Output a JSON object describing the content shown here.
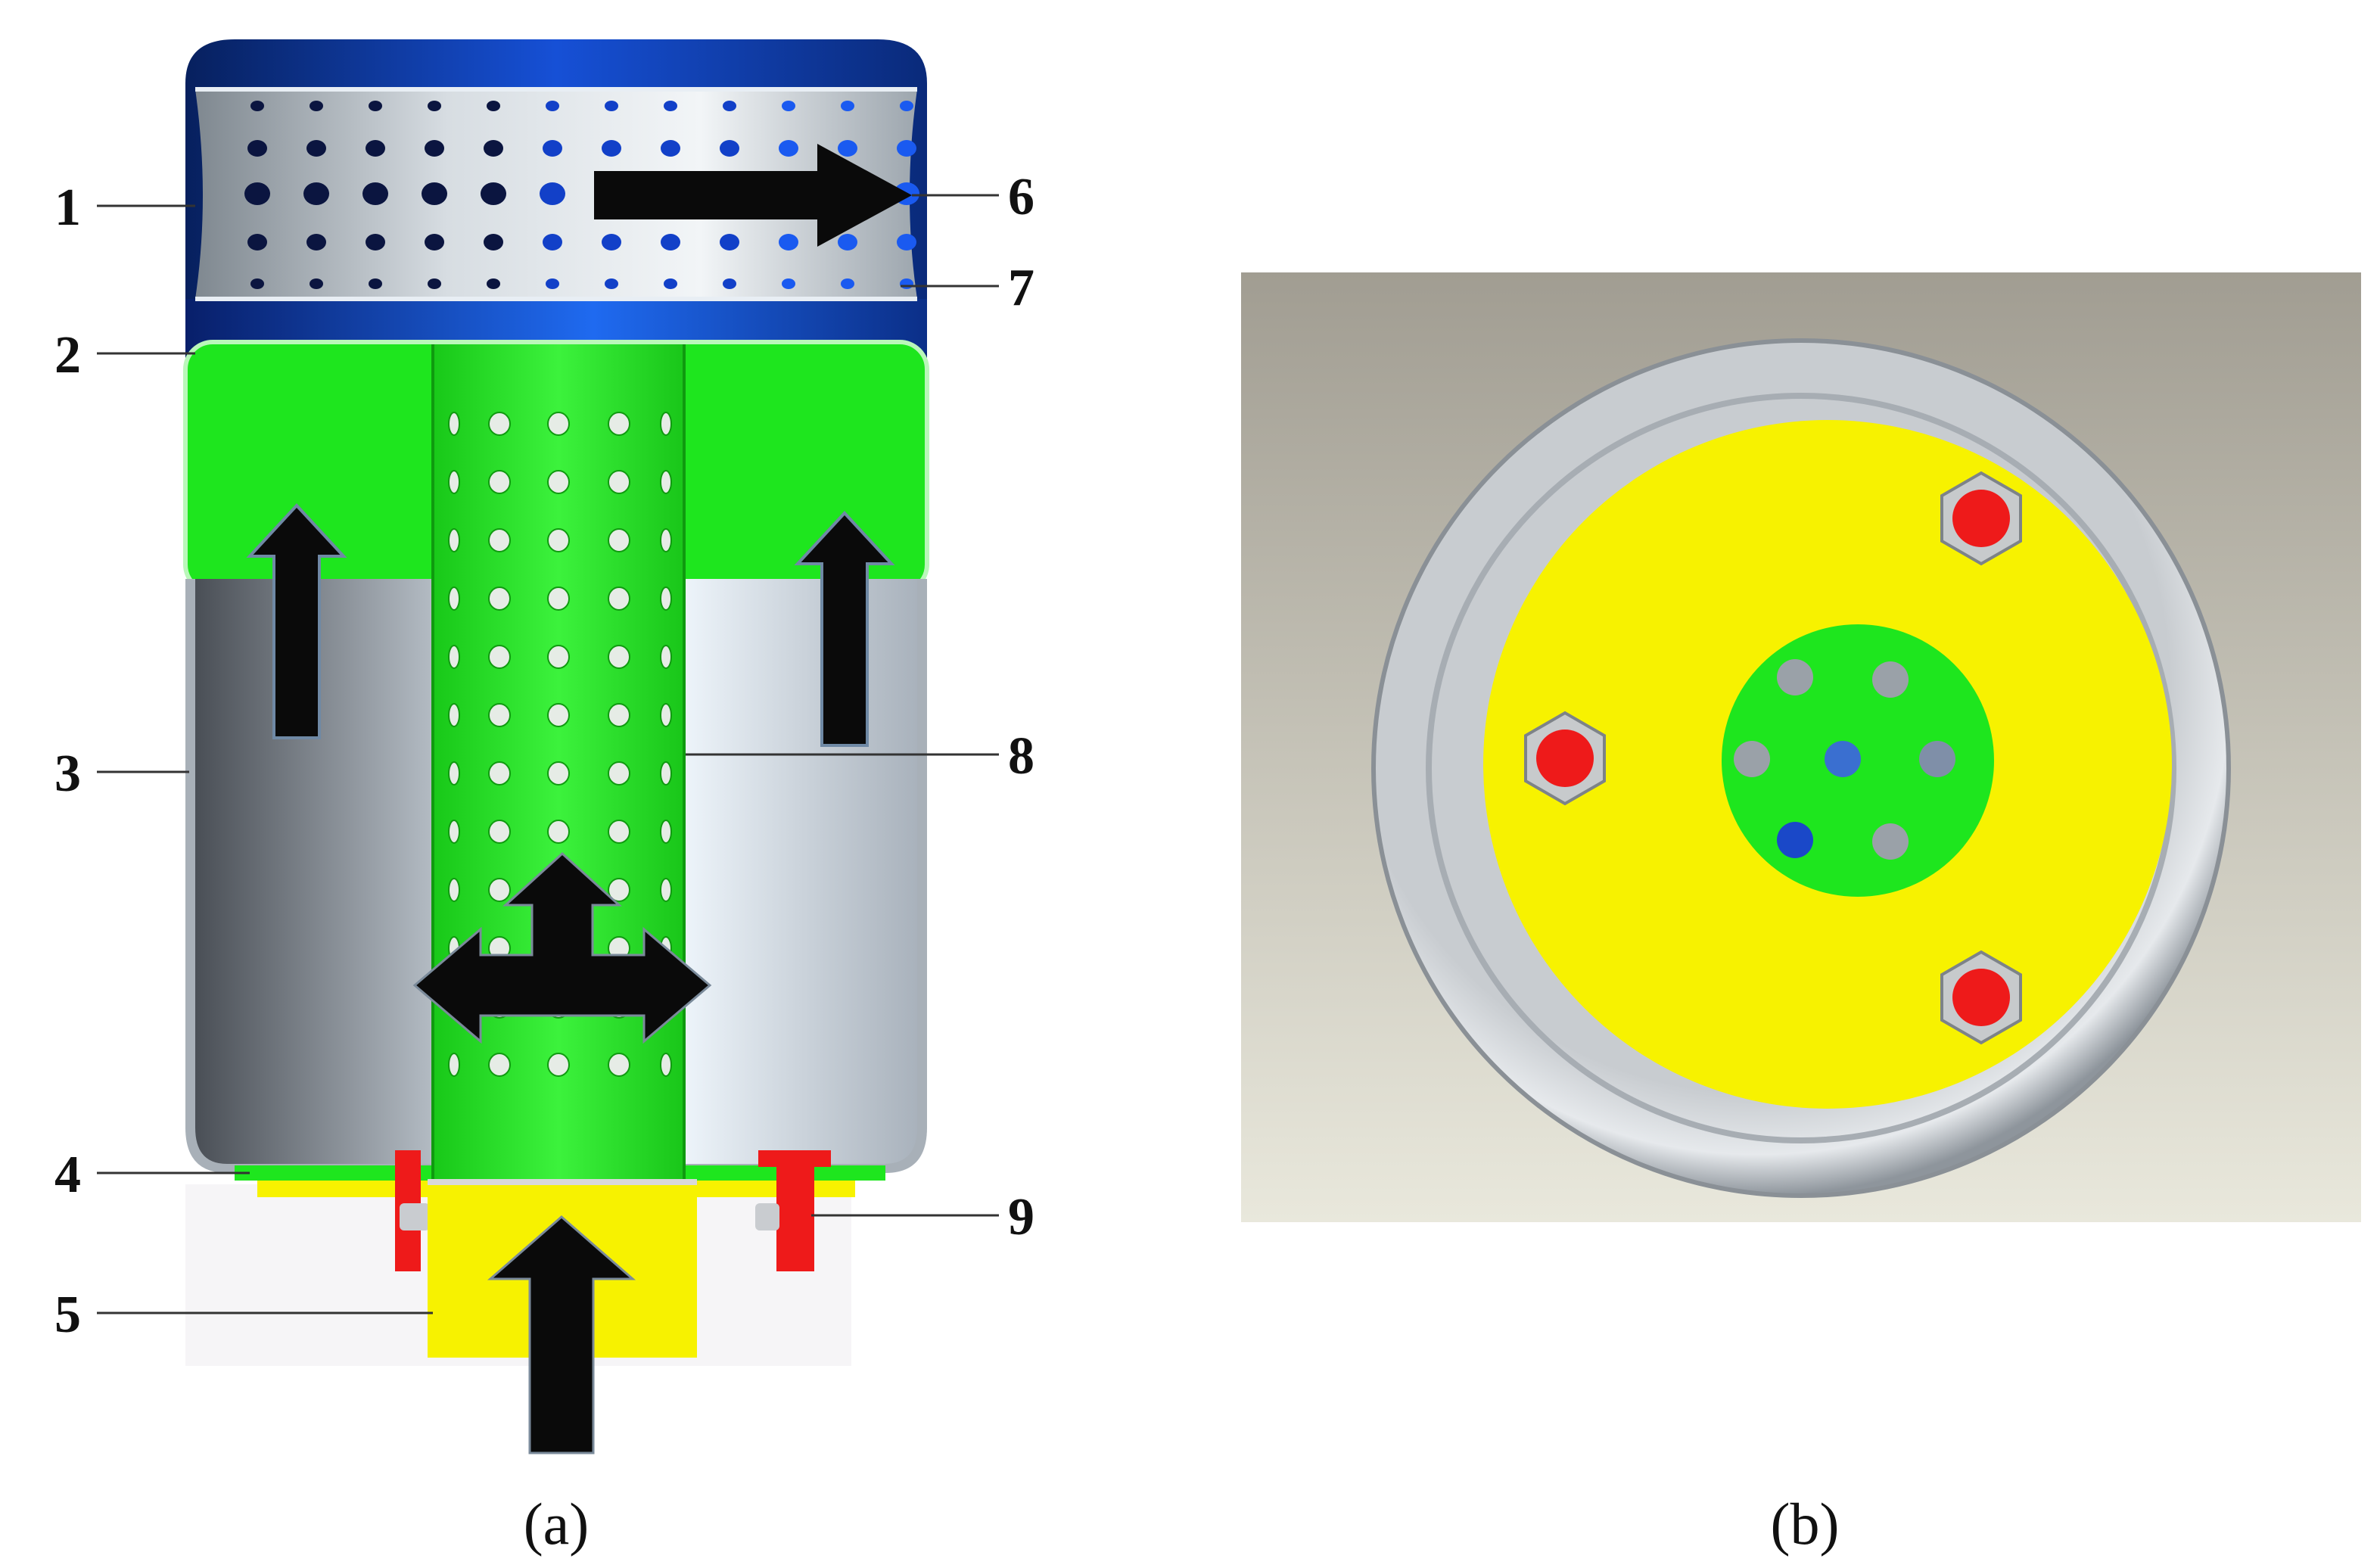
{
  "figure_a": {
    "caption": "(a)",
    "callouts": [
      "1",
      "2",
      "3",
      "4",
      "5",
      "6",
      "7",
      "8",
      "9"
    ]
  },
  "figure_b": {
    "caption": "(b)"
  },
  "colors": {
    "housing_blue": "#0a2d8a",
    "filter_green": "#1ee61e",
    "element_gray": "#9aa3ad",
    "base_yellow": "#f7f200",
    "bolt_red": "#ee1a1a",
    "arrow_black": "#0a0a0a"
  }
}
